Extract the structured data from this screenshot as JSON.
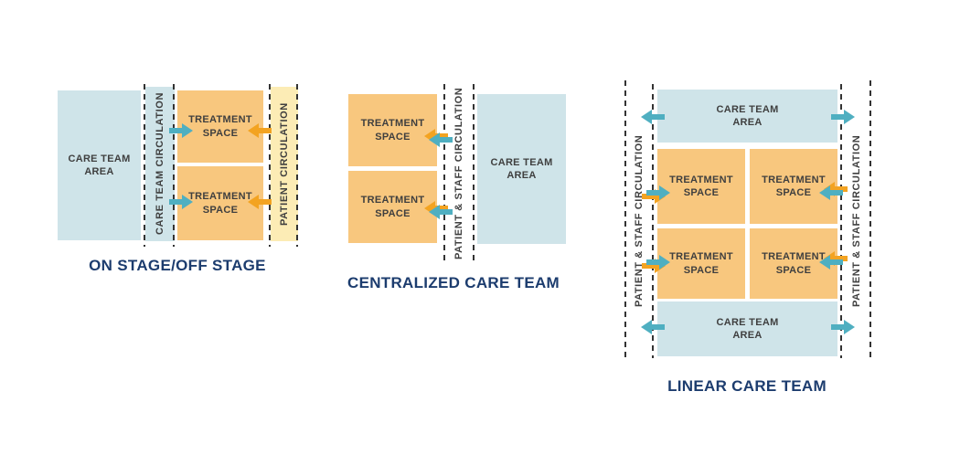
{
  "colors": {
    "background": "#ffffff",
    "care_team_fill": "#cfe4e9",
    "treatment_fill": "#f8c77e",
    "patient_circulation_fill": "#fcecb5",
    "teal_arrow": "#4fafc1",
    "orange_arrow": "#f3a321",
    "title_color": "#1c3c6e",
    "label_color": "#3f3f3f",
    "dash_color": "#333333"
  },
  "labels": {
    "care_team_area": "CARE TEAM AREA",
    "treatment_space": "TREATMENT SPACE",
    "care_team_circulation": "CARE TEAM CIRCULATION",
    "patient_circulation": "PATIENT CIRCULATION",
    "patient_staff_circulation": "PATIENT & STAFF CIRCULATION"
  },
  "diagrams": {
    "on_stage_off_stage": {
      "title": "ON STAGE/OFF STAGE"
    },
    "centralized_care_team": {
      "title": "CENTRALIZED CARE TEAM"
    },
    "linear_care_team": {
      "title": "LINEAR CARE TEAM"
    }
  }
}
